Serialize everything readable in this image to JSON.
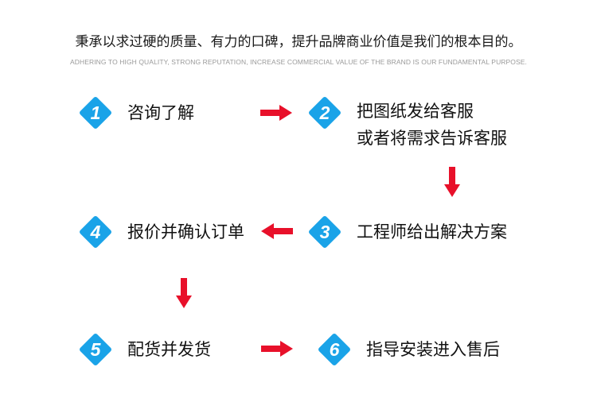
{
  "header": {
    "title": "秉承以求过硬的质量、有力的口碑，提升品牌商业价值是我们的根本目的。",
    "subtitle": "ADHERING TO HIGH QUALITY, STRONG REPUTATION, INCREASE COMMERCIAL VALUE OF THE BRAND IS OUR FUNDAMENTAL PURPOSE."
  },
  "colors": {
    "badge": "#1aa3e8",
    "arrow": "#e8102a"
  },
  "steps": [
    {
      "number": "1",
      "lines": [
        "咨询了解"
      ]
    },
    {
      "number": "2",
      "lines": [
        "把图纸发给客服",
        "或者将需求告诉客服"
      ]
    },
    {
      "number": "3",
      "lines": [
        "工程师给出解决方案"
      ]
    },
    {
      "number": "4",
      "lines": [
        "报价并确认订单"
      ]
    },
    {
      "number": "5",
      "lines": [
        "配货并发货"
      ]
    },
    {
      "number": "6",
      "lines": [
        "指导安装进入售后"
      ]
    }
  ],
  "arrows": [
    {
      "direction": "right"
    },
    {
      "direction": "down"
    },
    {
      "direction": "left"
    },
    {
      "direction": "down"
    },
    {
      "direction": "right"
    }
  ]
}
